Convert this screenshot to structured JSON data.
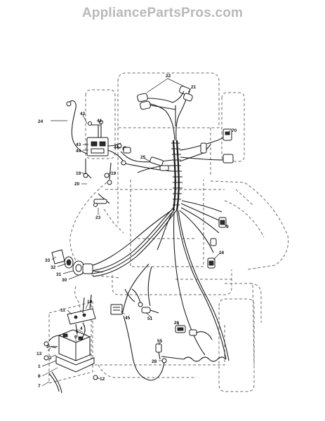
{
  "watermark": "AppliancePartsPros.com",
  "callouts": [
    {
      "id": "22",
      "label": "22"
    },
    {
      "id": "21",
      "label": "21"
    },
    {
      "id": "24",
      "label": "24"
    },
    {
      "id": "42",
      "label": "42"
    },
    {
      "id": "41",
      "label": "41"
    },
    {
      "id": "43",
      "label": "43"
    },
    {
      "id": "44a",
      "label": "44"
    },
    {
      "id": "44b",
      "label": "44"
    },
    {
      "id": "70",
      "label": "70"
    },
    {
      "id": "25",
      "label": "25"
    },
    {
      "id": "19a",
      "label": "19"
    },
    {
      "id": "19b",
      "label": "19"
    },
    {
      "id": "20",
      "label": "20"
    },
    {
      "id": "23",
      "label": "23"
    },
    {
      "id": "9",
      "label": "9"
    },
    {
      "id": "16",
      "label": "16"
    },
    {
      "id": "33",
      "label": "33"
    },
    {
      "id": "32",
      "label": "32"
    },
    {
      "id": "31",
      "label": "31"
    },
    {
      "id": "30",
      "label": "30"
    },
    {
      "id": "10",
      "label": "10"
    },
    {
      "id": "11",
      "label": "11"
    },
    {
      "id": "45",
      "label": "45"
    },
    {
      "id": "51",
      "label": "51"
    },
    {
      "id": "26",
      "label": "26"
    },
    {
      "id": "55",
      "label": "55"
    },
    {
      "id": "28",
      "label": "28"
    },
    {
      "id": "4",
      "label": "4"
    },
    {
      "id": "5",
      "label": "5"
    },
    {
      "id": "6",
      "label": "6"
    },
    {
      "id": "3",
      "label": "3"
    },
    {
      "id": "2",
      "label": "2"
    },
    {
      "id": "13",
      "label": "13"
    },
    {
      "id": "1",
      "label": "1"
    },
    {
      "id": "8",
      "label": "8"
    },
    {
      "id": "7",
      "label": "7"
    },
    {
      "id": "12",
      "label": "12"
    }
  ]
}
